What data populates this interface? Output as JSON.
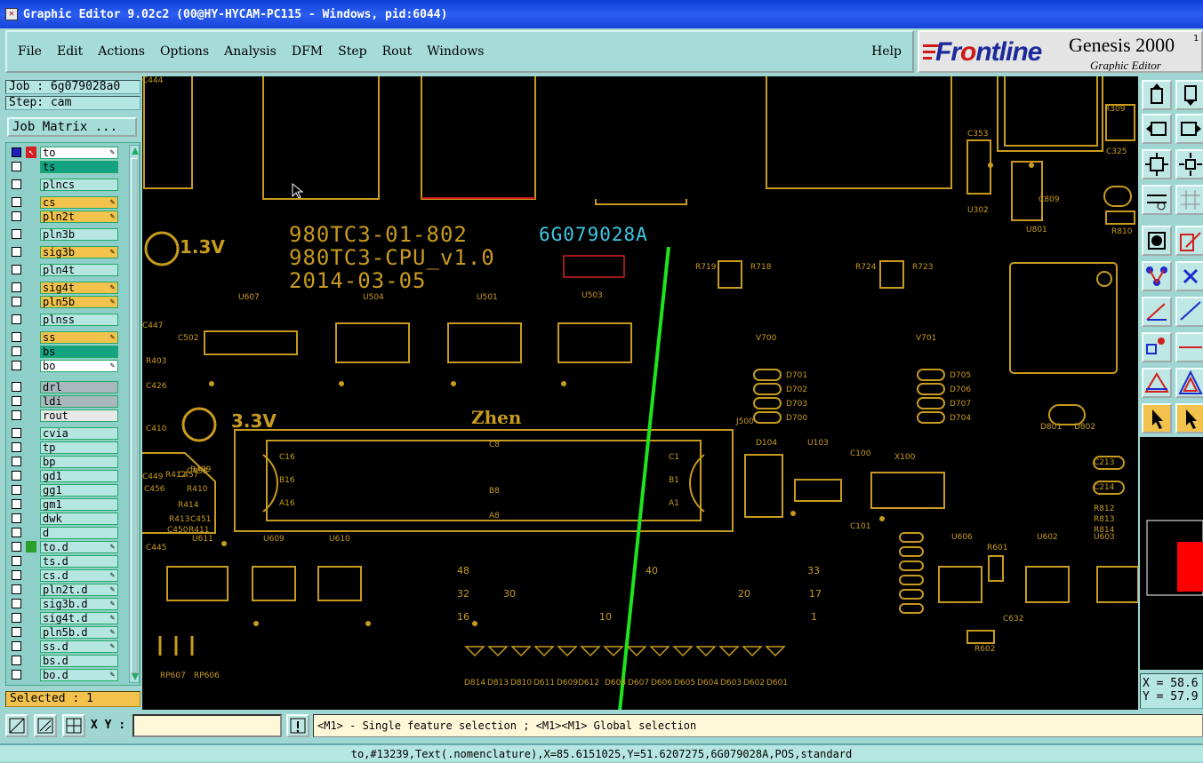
{
  "window": {
    "title": "Graphic Editor 9.02c2 (00@HY-HYCAM-PC115 - Windows, pid:6044)"
  },
  "menu": {
    "items": [
      "File",
      "Edit",
      "Actions",
      "Options",
      "Analysis",
      "DFM",
      "Step",
      "Rout",
      "Windows"
    ],
    "help": "Help"
  },
  "logo": {
    "brand_a": "Fr",
    "brand_b": "o",
    "brand_c": "ntline",
    "product": "Genesis 2000",
    "product_sub": "Graphic Editor",
    "version_fragment": "1"
  },
  "job": {
    "job_label": "Job : 6g079028a0",
    "step_label": "Step: cam",
    "matrix_button": "Job Matrix ..."
  },
  "layers": [
    {
      "name": "to",
      "color": "#ffffff",
      "on": true,
      "edit": true
    },
    {
      "name": "ts",
      "color": "#13a383",
      "on": false,
      "edit": false
    },
    {
      "name": "plncs",
      "color": "#b6e6e2",
      "on": false,
      "edit": false
    },
    {
      "name": "cs",
      "color": "#f3c24c",
      "on": false,
      "edit": true
    },
    {
      "name": "pln2t",
      "color": "#f3c24c",
      "on": false,
      "edit": true
    },
    {
      "name": "pln3b",
      "color": "#b6e6e2",
      "on": false,
      "edit": false
    },
    {
      "name": "sig3b",
      "color": "#f3c24c",
      "on": false,
      "edit": true
    },
    {
      "name": "pln4t",
      "color": "#b6e6e2",
      "on": false,
      "edit": false
    },
    {
      "name": "sig4t",
      "color": "#f3c24c",
      "on": false,
      "edit": true
    },
    {
      "name": "pln5b",
      "color": "#f3c24c",
      "on": false,
      "edit": true
    },
    {
      "name": "plnss",
      "color": "#b6e6e2",
      "on": false,
      "edit": false
    },
    {
      "name": "ss",
      "color": "#f3c24c",
      "on": false,
      "edit": true
    },
    {
      "name": "bs",
      "color": "#13a383",
      "on": false,
      "edit": false
    },
    {
      "name": "bo",
      "color": "#ffffff",
      "on": false,
      "edit": true
    },
    {
      "name": "drl",
      "color": "#a9b8bd",
      "on": false,
      "edit": false
    },
    {
      "name": "ldi",
      "color": "#a9b8bd",
      "on": false,
      "edit": false
    },
    {
      "name": "rout",
      "color": "#e8e8e8",
      "on": false,
      "edit": false
    },
    {
      "name": "cvia",
      "color": "#b6e6e2",
      "on": false,
      "edit": false
    },
    {
      "name": "tp",
      "color": "#b6e6e2",
      "on": false,
      "edit": false
    },
    {
      "name": "bp",
      "color": "#b6e6e2",
      "on": false,
      "edit": false
    },
    {
      "name": "gd1",
      "color": "#b6e6e2",
      "on": false,
      "edit": false
    },
    {
      "name": "gg1",
      "color": "#b6e6e2",
      "on": false,
      "edit": false
    },
    {
      "name": "gm1",
      "color": "#b6e6e2",
      "on": false,
      "edit": false
    },
    {
      "name": "dwk",
      "color": "#b6e6e2",
      "on": false,
      "edit": false
    },
    {
      "name": "d",
      "color": "#b6e6e2",
      "on": false,
      "edit": false
    },
    {
      "name": "to.d",
      "color": "#b6e6e2",
      "on": false,
      "edit": true
    },
    {
      "name": "ts.d",
      "color": "#b6e6e2",
      "on": false,
      "edit": false
    },
    {
      "name": "cs.d",
      "color": "#b6e6e2",
      "on": false,
      "edit": true
    },
    {
      "name": "pln2t.d",
      "color": "#b6e6e2",
      "on": false,
      "edit": true
    },
    {
      "name": "sig3b.d",
      "color": "#b6e6e2",
      "on": false,
      "edit": true
    },
    {
      "name": "sig4t.d",
      "color": "#b6e6e2",
      "on": false,
      "edit": true
    },
    {
      "name": "pln5b.d",
      "color": "#b6e6e2",
      "on": false,
      "edit": true
    },
    {
      "name": "ss.d",
      "color": "#b6e6e2",
      "on": false,
      "edit": true
    },
    {
      "name": "bs.d",
      "color": "#b6e6e2",
      "on": false,
      "edit": false
    },
    {
      "name": "bo.d",
      "color": "#b6e6e2",
      "on": false,
      "edit": true
    }
  ],
  "selected": "Selected : 1",
  "board": {
    "silk_colors": {
      "gold": "#c89b1e",
      "cyan": "#3fc8e6",
      "green": "#1ee41e",
      "red": "#d22020"
    },
    "text_lines": [
      "980TC3-01-802",
      "980TC3-CPU_v1.0",
      "2014-03-05"
    ],
    "job_text": "6G079028A",
    "zhen": "Zhen",
    "v13": "1.3V",
    "v33": "3.3V",
    "refdes": [
      "C353",
      "R309",
      "C325",
      "U302",
      "U801",
      "C809",
      "R810",
      "R719",
      "R718",
      "R724",
      "R723",
      "U607",
      "U504",
      "U501",
      "U503",
      "C502",
      "V700",
      "V701",
      "D701",
      "D702",
      "D703",
      "D700",
      "D705",
      "D706",
      "D707",
      "D704",
      "C410",
      "J500",
      "D104",
      "U103",
      "C100",
      "X100",
      "D801",
      "D802",
      "C213",
      "C214",
      "C8",
      "B8",
      "A8",
      "C1",
      "B1",
      "A1",
      "C16",
      "B16",
      "A16",
      "U609",
      "U610",
      "U611",
      "C445",
      "C101",
      "U606",
      "R601",
      "U602",
      "U603",
      "R812",
      "R813",
      "R814",
      "C632",
      "R602",
      "RP607",
      "RP606",
      "D814",
      "D813",
      "D810",
      "D611",
      "D609",
      "D612",
      "D608",
      "D607",
      "D606",
      "D605",
      "D604",
      "D603",
      "D602",
      "D601",
      "C447",
      "R403",
      "C426",
      "C449",
      "C456",
      "R412",
      "C457",
      "C458",
      "R410",
      "R414",
      "R413",
      "C451",
      "C450",
      "R411",
      "R409",
      "C444"
    ],
    "pin_numbers": [
      "48",
      "40",
      "33",
      "32",
      "30",
      "20",
      "17",
      "16",
      "10",
      "1"
    ]
  },
  "coords": {
    "x": "X = 58.6",
    "y": "Y = 57.9"
  },
  "bottom": {
    "xy_label": "X Y :",
    "xy_value": "",
    "message": "<M1> - Single feature selection ; <M1><M1> Global selection"
  },
  "status": "to,#13239,Text(.nomenclature),X=85.6151025,Y=51.6207275,6G079028A,POS,standard"
}
